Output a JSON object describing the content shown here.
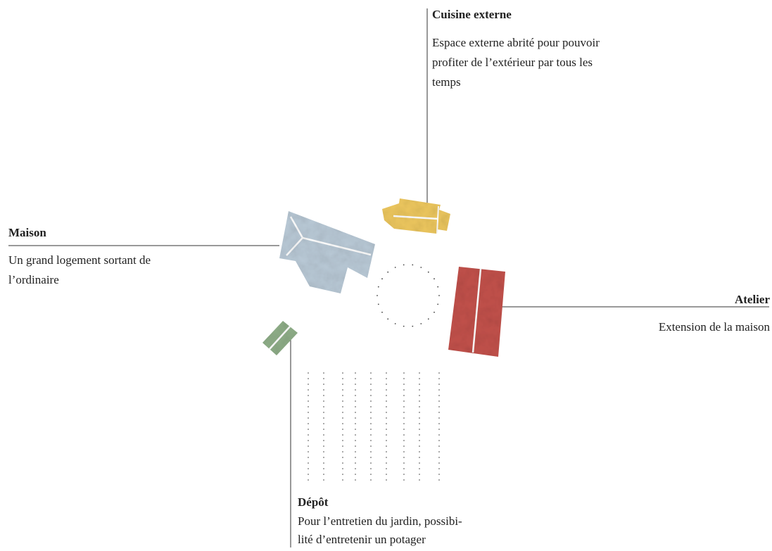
{
  "labels": {
    "cuisine": {
      "title": "Cuisine externe",
      "description_lines": [
        "Espace externe abrité pour pouvoir",
        "profiter de l’extérieur par tous les",
        "temps"
      ]
    },
    "maison": {
      "title": "Maison",
      "description_lines": [
        "Un grand logement sortant de",
        "l’ordinaire"
      ]
    },
    "atelier": {
      "title": "Atelier",
      "description_lines": [
        "Extension de la maison"
      ]
    },
    "depot": {
      "title": "Dépôt",
      "description_lines": [
        "Pour l’entretien du jardin, possibi-",
        "lité d’entretenir un potager"
      ]
    }
  },
  "colors": {
    "maison": "#b9c9d6",
    "cuisine": "#edc75e",
    "atelier": "#c2514b",
    "depot": "#8fae88",
    "leader_line": "#333333",
    "dots": "#444444"
  }
}
